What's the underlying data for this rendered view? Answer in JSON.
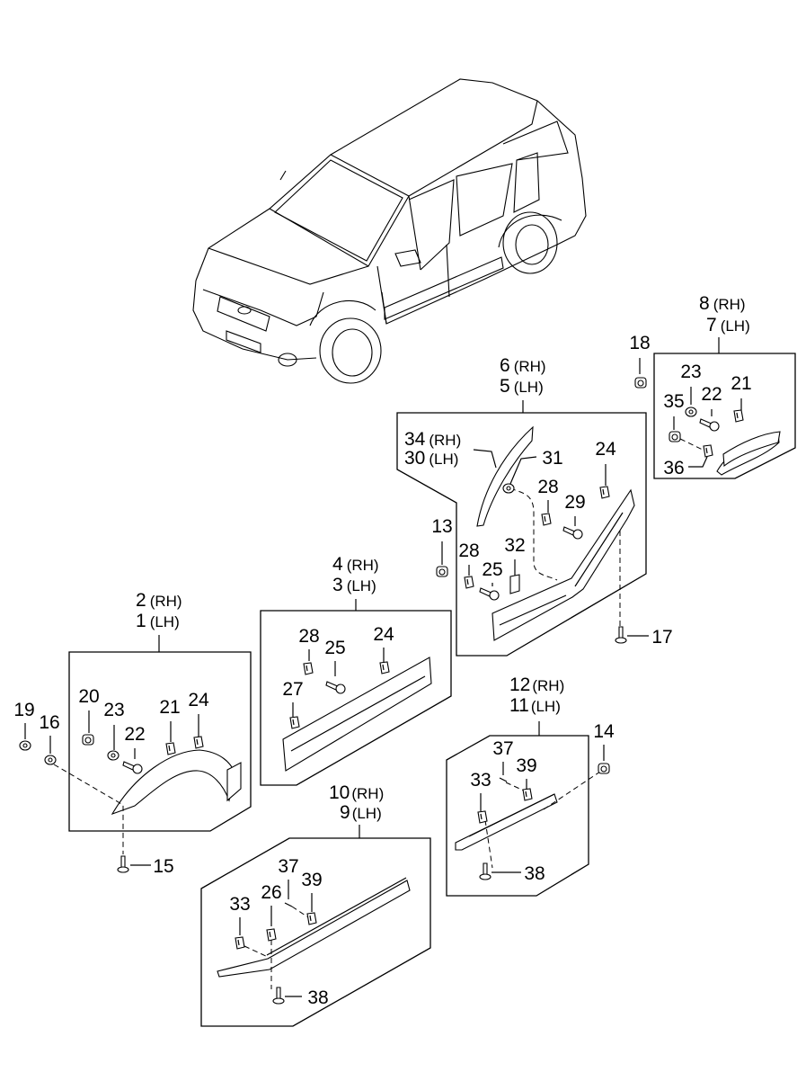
{
  "groups": [
    {
      "rh": "8",
      "lh": "7",
      "rh_suffix": "(RH)",
      "lh_suffix": "(LH)"
    },
    {
      "rh": "6",
      "lh": "5",
      "rh_suffix": "(RH)",
      "lh_suffix": "(LH)"
    },
    {
      "rh": "4",
      "lh": "3",
      "rh_suffix": "(RH)",
      "lh_suffix": "(LH)"
    },
    {
      "rh": "2",
      "lh": "1",
      "rh_suffix": "(RH)",
      "lh_suffix": "(LH)"
    },
    {
      "rh": "12",
      "lh": "11",
      "rh_suffix": "(RH)",
      "lh_suffix": "(LH)"
    },
    {
      "rh": "10",
      "lh": "9",
      "rh_suffix": "(RH)",
      "lh_suffix": "(LH)"
    }
  ],
  "sub_group": {
    "rh": "34",
    "lh": "30",
    "rh_suffix": "(RH)",
    "lh_suffix": "(LH)"
  },
  "callouts": [
    "18",
    "23",
    "22",
    "21",
    "35",
    "36",
    "31",
    "24",
    "28",
    "29",
    "13",
    "28",
    "32",
    "25",
    "17",
    "28",
    "25",
    "24",
    "27",
    "20",
    "23",
    "22",
    "21",
    "24",
    "19",
    "16",
    "15",
    "14",
    "37",
    "39",
    "33",
    "38",
    "37",
    "39",
    "26",
    "33",
    "38"
  ]
}
